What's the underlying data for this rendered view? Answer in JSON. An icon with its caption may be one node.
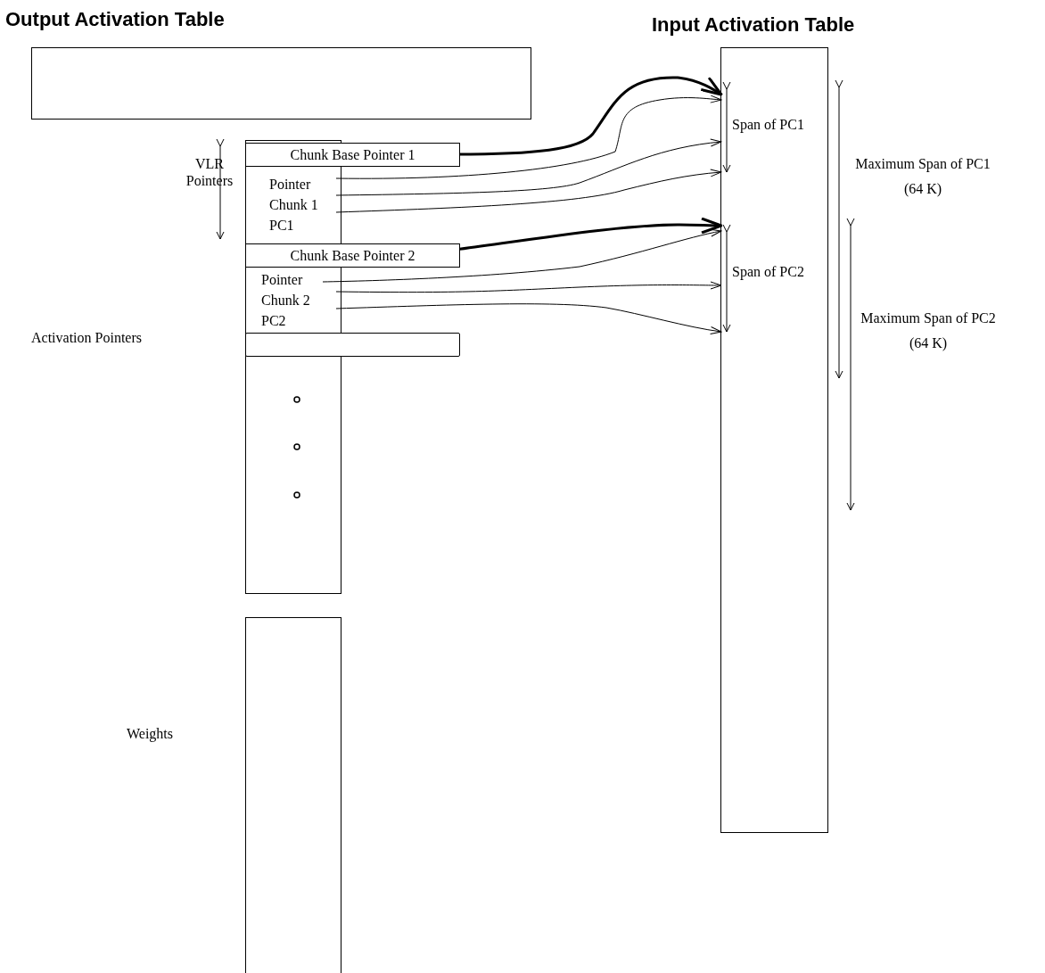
{
  "diagram": {
    "nodes": [
      {
        "text": [
          "Output Activation Table"
        ]
      },
      {
        "text": [
          "Input Activation Table"
        ]
      },
      {
        "text": [],
        "shape": "box"
      },
      {
        "text": [
          "Chunk Base Pointer 1"
        ]
      },
      {
        "text": [
          "Pointer Chunk 1 PC1"
        ],
        "in": 2
      },
      {
        "text": [
          "Chunk Base Pointer 2"
        ]
      },
      {
        "text": [
          "Pointer Chunk 2 PC2"
        ],
        "in": 2
      },
      {
        "text": [],
        "shape": "bar"
      },
      {
        "text": [],
        "shape": "box"
      }
    ],
    "edges": [
      {
        "from": 3,
        "to": 1,
        "arrow": "to",
        "style": "thick"
      },
      {
        "from": 4,
        "to": 1,
        "arrow": "to"
      },
      {
        "from": 4,
        "to": 1,
        "arrow": "to"
      },
      {
        "from": 4,
        "to": 1,
        "arrow": "to"
      },
      {
        "from": 5,
        "to": 1,
        "arrow": "to",
        "style": "thick"
      },
      {
        "from": 6,
        "to": 1,
        "arrow": "to"
      },
      {
        "from": 6,
        "to": 1,
        "arrow": "to"
      },
      {
        "from": 6,
        "to": 1,
        "arrow": "to"
      }
    ],
    "labels": [
      "Span of PC1",
      "VLR Pointers",
      "Maximum Span of PC1 (64 K)",
      "Span of PC2",
      "Maximum Span of PC2 (64 K)",
      "Activation Pointers",
      "Weights"
    ]
  }
}
